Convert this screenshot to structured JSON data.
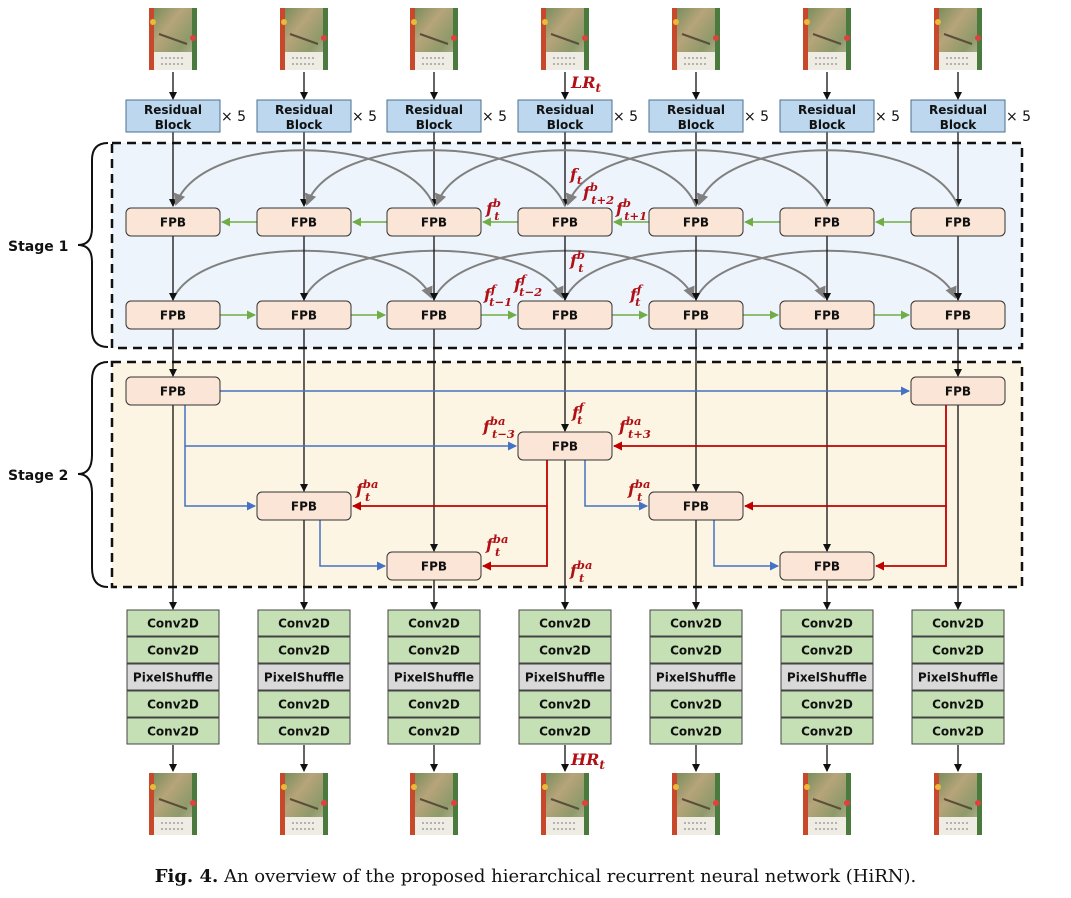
{
  "diagram": {
    "residual_label_line1": "Residual",
    "residual_label_line2": "Block",
    "repeat": "× 5",
    "fpb_label": "FPB",
    "conv_label": "Conv2D",
    "shuffle_label": "PixelShuffle",
    "stage1": "Stage 1",
    "stage2": "Stage 2",
    "lr_label": "LR",
    "hr_label": "HR",
    "annotations": {
      "ft": {
        "base": "f",
        "sub": "t"
      },
      "ftb": {
        "base": "f",
        "sup": "b",
        "sub": "t"
      },
      "ftp2b": {
        "base": "f",
        "sup": "b",
        "sub": "t+2"
      },
      "ftp1b": {
        "base": "f",
        "sup": "b",
        "sub": "t+1"
      },
      "ftb2": {
        "base": "f",
        "sup": "b",
        "sub": "t"
      },
      "ftm1f": {
        "base": "f",
        "sup": "f",
        "sub": "t−1"
      },
      "ftm2f": {
        "base": "f",
        "sup": "f",
        "sub": "t−2"
      },
      "ftf": {
        "base": "f",
        "sup": "f",
        "sub": "t"
      },
      "ftf2": {
        "base": "f",
        "sup": "f",
        "sub": "t"
      },
      "ftm3ba": {
        "base": "f",
        "sup": "ba",
        "sub": "t−3"
      },
      "ftp3ba": {
        "base": "f",
        "sup": "ba",
        "sub": "t+3"
      },
      "ftba1": {
        "base": "f",
        "sup": "ba",
        "sub": "t"
      },
      "ftba2": {
        "base": "f",
        "sup": "ba",
        "sub": "t"
      },
      "ftba3": {
        "base": "f",
        "sup": "ba",
        "sub": "t"
      },
      "ftba4": {
        "base": "f",
        "sup": "ba",
        "sub": "t"
      }
    },
    "colors": {
      "residual_fill": "#bdd7ee",
      "fpb_fill": "#fbe5d6",
      "conv_fill": "#c5e0b4",
      "shuffle_fill": "#d9d9d9",
      "stage1_bg": "#eef4fb",
      "stage2_bg": "#fdf5e4",
      "green_arrow": "#70ad47",
      "blue_arrow": "#4472c4",
      "red_arrow": "#c00000",
      "gray_arrow": "#808080"
    }
  },
  "caption": {
    "label": "Fig. 4.",
    "text": "An overview of the proposed hierarchical recurrent neural network (HiRN)."
  }
}
